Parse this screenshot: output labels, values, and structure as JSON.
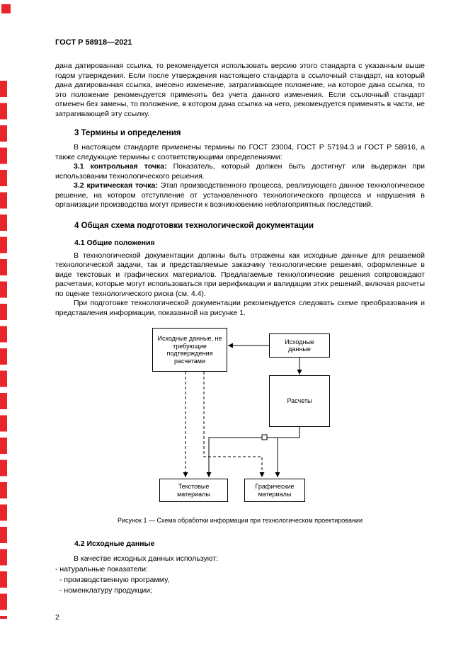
{
  "header": {
    "code": "ГОСТ Р 58918—2021",
    "page_number": "2"
  },
  "intro_paragraph": "дана датированная ссылка, то рекомендуется использовать версию этого стандарта с указанным выше годом утверждения. Если после утверждения настоящего стандарта в ссылочный стандарт, на который дана датированная ссылка, внесено изменение, затрагивающее положение, на которое дана ссылка, то это положение рекомендуется применять без учета данного изменения. Если ссылочный стандарт отменен без замены, то положение, в котором дана ссылка на него, рекомендуется применять в части, не затрагивающей эту ссылку.",
  "section3": {
    "title": "3 Термины и определения",
    "intro": "В настоящем стандарте применены термины по ГОСТ 23004, ГОСТ Р 57194.3 и ГОСТ Р 58916, а также следующие термины с соответствующими определениями:",
    "term1_label": "3.1 контрольная точка:",
    "term1_def": " Показатель, который должен быть достигнут или выдержан при использовании технологического решения.",
    "term2_label": "3.2 критическая точка:",
    "term2_def": " Этап производственного процесса, реализующего данное технологическое решение, на котором отступление от установленного технологического процесса и нарушения в организации производства могут привести к возникновению неблагоприятных последствий."
  },
  "section4": {
    "title": "4 Общая схема подготовки технологической документации",
    "sub41_title": "4.1 Общие положения",
    "sub41_p1": "В технологической документации должны быть отражены как исходные данные для решаемой технологической задачи, так и представляемые заказчику технологические решения, оформленные в виде текстовых и графических материалов. Предлагаемые технологические решения сопровождают расчетами, которые могут использоваться при верификации и валидации этих решений, включая расчеты по оценке технологического риска (см. 4.4).",
    "sub41_p2": "При подготовке технологической документации рекомендуется следовать схеме преобразования и представления информации, показанной на рисунке 1.",
    "figure_caption": "Рисунок 1 — Схема обработки информации при технологическом проектировании",
    "sub42_title": "4.2 Исходные данные",
    "sub42_intro": "В качестве исходных данных используют:",
    "sub42_items": [
      "- натуральные показатели:",
      "- производственную программу,",
      "- номенклатуру продукции;"
    ]
  },
  "diagram": {
    "box_source_unconfirmed": "Исходные данные, не требующие подтверждения расчетами",
    "box_source": "Исходные данные",
    "box_calculations": "Расчеты",
    "box_text_materials": "Текстовые материалы",
    "box_graphic_materials": "Графические материалы"
  }
}
